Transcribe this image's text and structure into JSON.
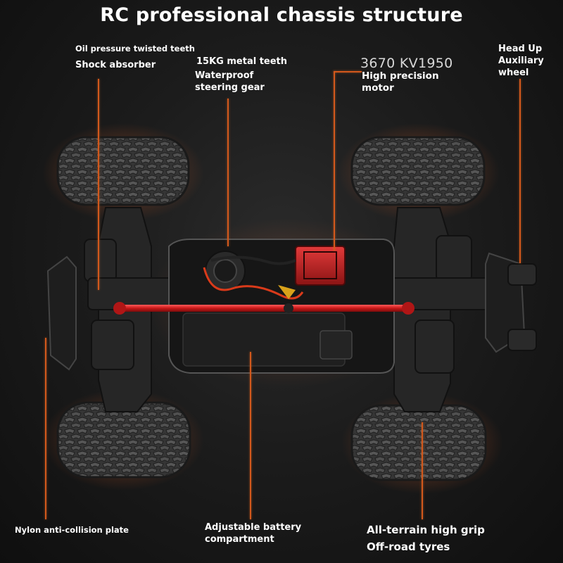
{
  "title": "RC professional chassis structure",
  "labels": {
    "oil_pressure": "Oil pressure twisted teeth",
    "shock_absorber": "Shock absorber",
    "metal_teeth": "15KG metal teeth",
    "steering_gear": "Waterproof steering gear",
    "motor_spec": "3670 KV1950",
    "motor": "High precision motor",
    "head_up": "Head Up Auxiliary wheel",
    "collision_plate": "Nylon anti-collision plate",
    "battery": "Adjustable battery compartment",
    "tyres_1": "All-terrain high grip",
    "tyres_2": "Off-road tyres"
  },
  "colors": {
    "background": "#1a1a1a",
    "leader_line": "#d2581c",
    "axle": "#c81e1e",
    "tyre": "#3a3a3a"
  }
}
